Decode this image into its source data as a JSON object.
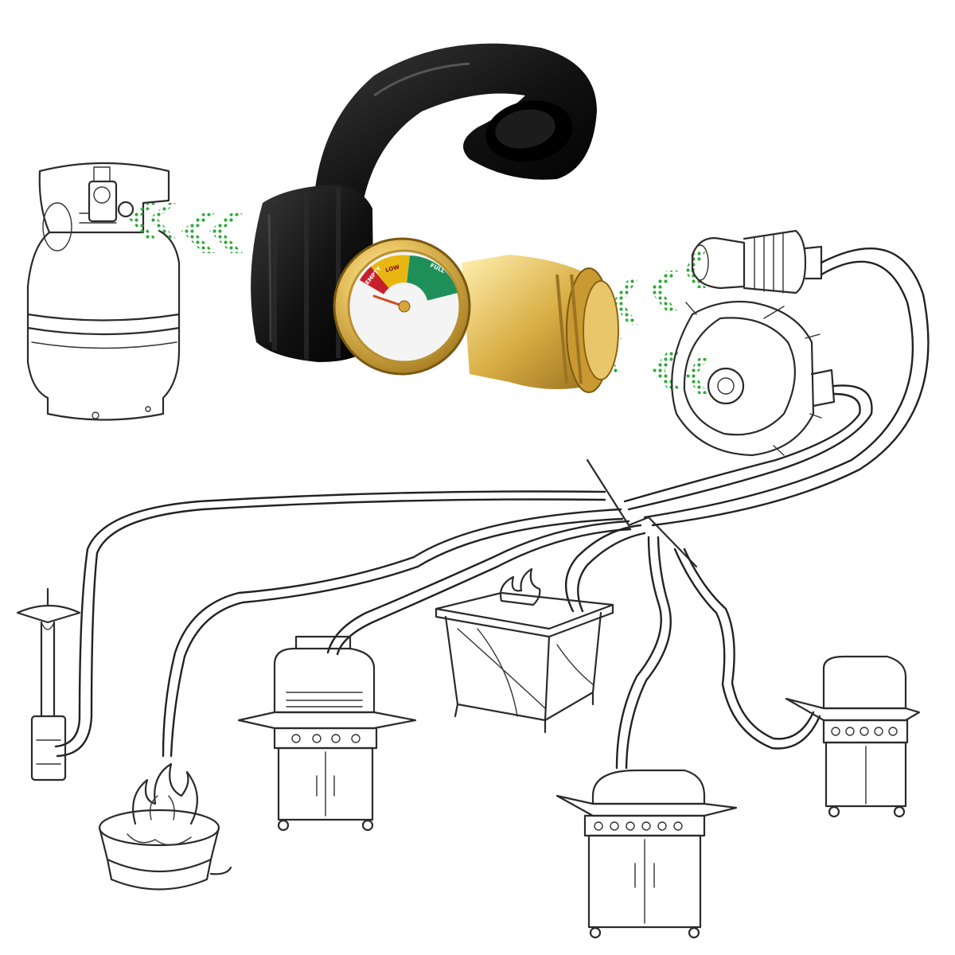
{
  "figure": {
    "gauge": {
      "zones": [
        "EMPTY",
        "LOW",
        "FULL"
      ],
      "zone_colors": [
        "#c8202a",
        "#e8b713",
        "#1f8f5a"
      ]
    },
    "arrows": {
      "color": "#2faa3a"
    },
    "appliances": [
      "patio-heater",
      "fire-pit",
      "gas-grill-small",
      "fire-table",
      "gas-grill-large",
      "gas-grill-side"
    ]
  }
}
